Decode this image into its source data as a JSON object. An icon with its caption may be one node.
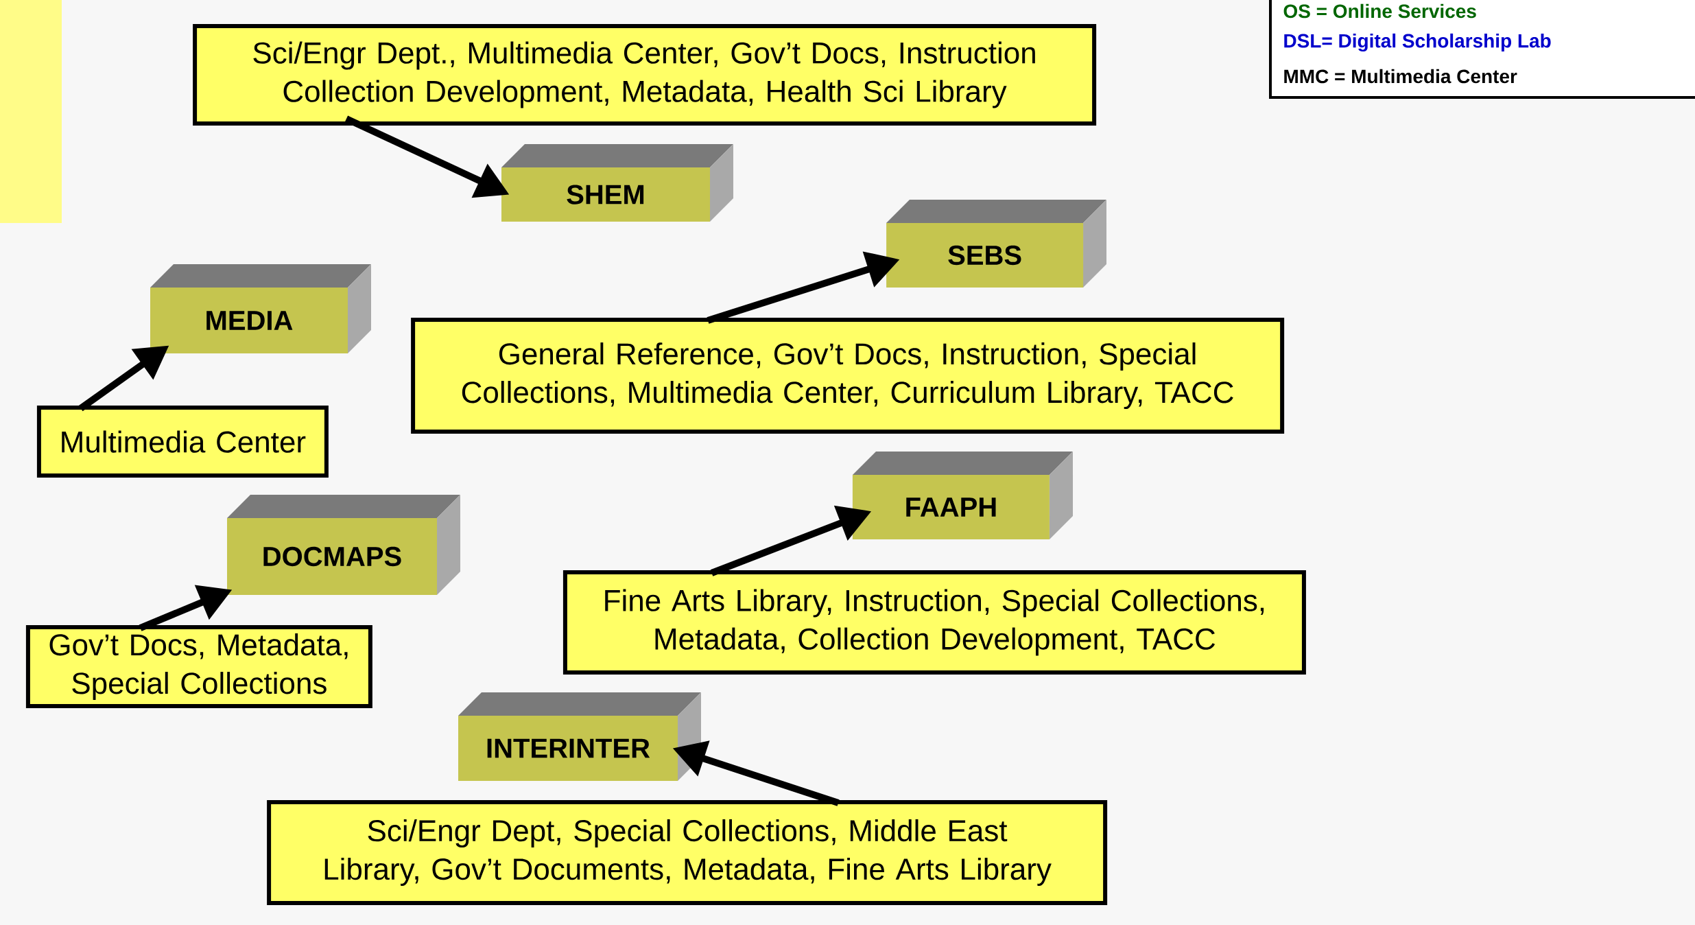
{
  "diagram": {
    "nodes": [
      {
        "text": [
          "Sci/Engr Dept., Multimedia Center, Gov’t Docs, Instruction Collection Development, Metadata, Health Sci Library"
        ]
      },
      {
        "text": [
          "SHEM"
        ]
      },
      {
        "text": [
          "SEBS"
        ]
      },
      {
        "text": [
          "MEDIA"
        ]
      },
      {
        "text": [
          "General Reference, Gov’t Docs, Instruction, Special Collections, Multimedia Center, Curriculum Library, TACC"
        ]
      },
      {
        "text": [
          "Multimedia Center"
        ]
      },
      {
        "text": [
          "DOCMAPS"
        ]
      },
      {
        "text": [
          "FAAPH"
        ]
      },
      {
        "text": [
          "Fine Arts Library, Instruction, Special Collections, Metadata, Collection Development, TACC"
        ]
      },
      {
        "text": [
          "Gov’t Docs, Metadata, Special Collections"
        ]
      },
      {
        "text": [
          "INTERINTER"
        ]
      },
      {
        "text": [
          "Sci/Engr Dept, Special Collections, Middle East Library, Gov’t Documents, Metadata, Fine Arts Library"
        ]
      }
    ],
    "edges": [
      {
        "from": 0,
        "to": 1,
        "arrow": "to"
      },
      {
        "from": 4,
        "to": 2,
        "arrow": "to"
      },
      {
        "from": 5,
        "to": 3,
        "arrow": "to"
      },
      {
        "from": 9,
        "to": 6,
        "arrow": "to"
      },
      {
        "from": 8,
        "to": 7,
        "arrow": "to"
      },
      {
        "from": 11,
        "to": 10,
        "arrow": "to"
      }
    ],
    "labels": [
      "OS = Online Services",
      "DSL= Digital Scholarship Lab",
      "MMC = Multimedia Center"
    ]
  }
}
